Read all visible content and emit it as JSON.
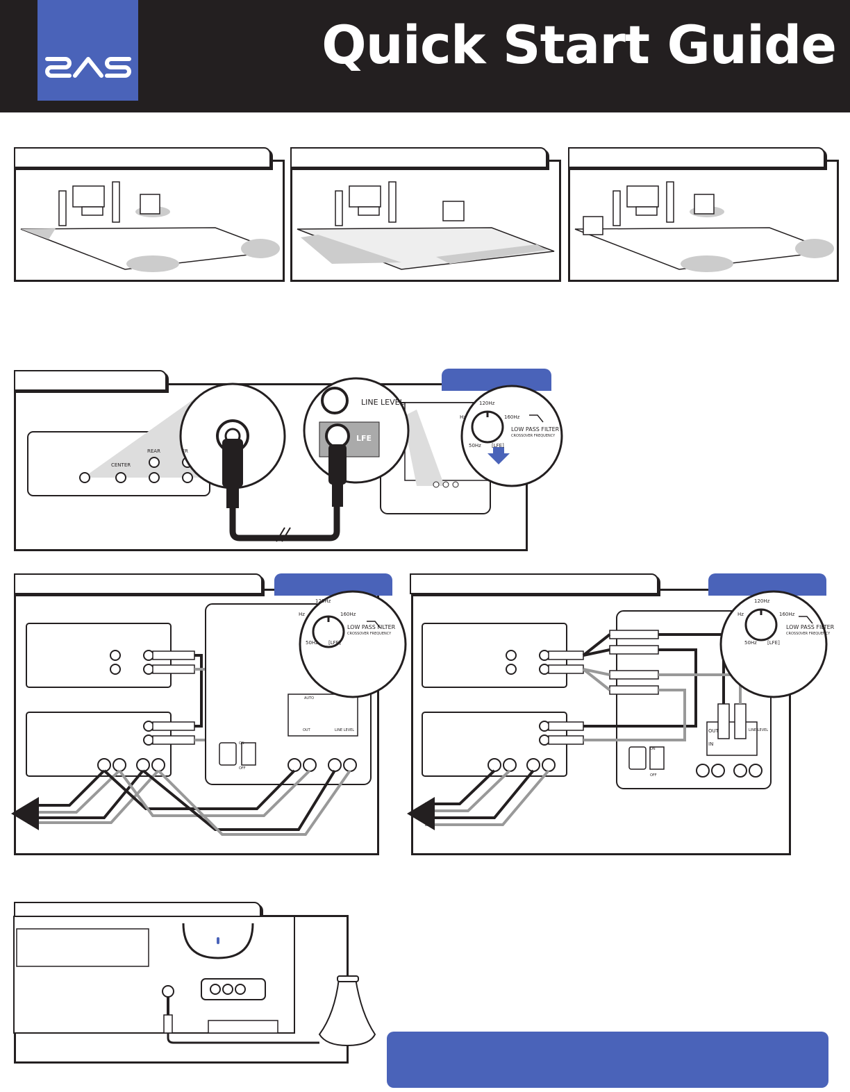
{
  "header": {
    "title": "Quick Start Guide",
    "logo_text": "SVS",
    "background": "#231f20",
    "brand_color": "#4a63b9"
  },
  "connection_labels": {
    "center": "CENTER",
    "rear": "REAR",
    "front": "FR",
    "lfe": "LFE",
    "line_level": "LINE LEVEL"
  },
  "crossover_dial": {
    "freq_120": "120Hz",
    "freq_160": "160Hz",
    "freq_80": "Hz",
    "freq_50": "50Hz",
    "lfe_mark": "[LFE]",
    "filter_title": "LOW PASS FILTER",
    "filter_sub": "CROSSOVER FREQUENCY"
  },
  "sub_panel_labels": {
    "out": "OUT",
    "in": "IN",
    "line_level": "LINE LEVEL",
    "on": "ON",
    "off": "OFF",
    "auto": "AUTO"
  }
}
